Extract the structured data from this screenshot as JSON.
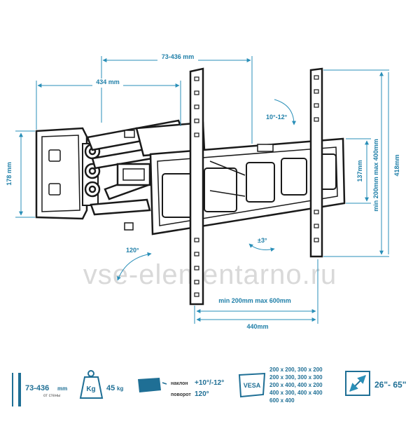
{
  "diagram": {
    "dims": {
      "reach_top": "73-436 mm",
      "reach_inner": "434 mm",
      "height_left": "178 mm",
      "tilt": "10°-12°",
      "height_small": "137mm",
      "vesa_vertical": "min 200mm max 400mm",
      "height_total": "418mm",
      "swivel": "±3°",
      "rotation": "120°",
      "vesa_horizontal": "min 200mm max 600mm",
      "width_total": "440mm"
    },
    "watermark": "vse-elementarno.ru",
    "specs": {
      "reach_value": "73-436",
      "reach_unit": "mm",
      "reach_note": "от стены",
      "weight_icon": "Kg",
      "weight_value": "45",
      "weight_unit": "kg",
      "tilt_label": "наклон",
      "tilt_value": "+10°/-12°",
      "swivel_label": "поворот",
      "swivel_value": "120°",
      "vesa_badge": "VESA",
      "vesa_sizes": [
        "200 x 200, 300 x 200",
        "200 x 300, 300 x 300",
        "200 x 400, 400 x 200",
        "400 x 300, 400 x 400",
        "600 x 400"
      ],
      "screen_size": "26\"- 65\""
    },
    "colors": {
      "accent": "#1f7fa8",
      "outline": "#1a1a1a",
      "dim_line": "#2a8fb8"
    }
  }
}
